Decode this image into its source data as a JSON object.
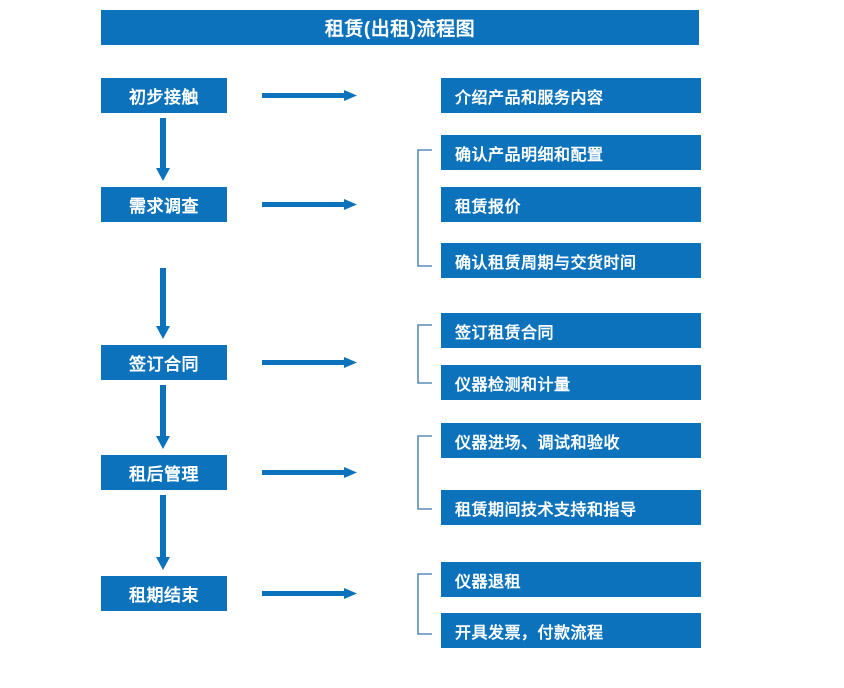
{
  "diagram": {
    "title": "租赁(出租)流程图",
    "accent_color": "#0c72bc",
    "bracket_color": "#5b8bb5",
    "background_color": "#ffffff",
    "text_color": "#ffffff",
    "stages": [
      {
        "label": "初步接触"
      },
      {
        "label": "需求调查"
      },
      {
        "label": "签订合同"
      },
      {
        "label": "租后管理"
      },
      {
        "label": "租期结束"
      }
    ],
    "details": [
      {
        "label": "介绍产品和服务内容"
      },
      {
        "label": "确认产品明细和配置"
      },
      {
        "label": "租赁报价"
      },
      {
        "label": "确认租赁周期与交货时间"
      },
      {
        "label": "签订租赁合同"
      },
      {
        "label": "仪器检测和计量"
      },
      {
        "label": "仪器进场、调试和验收"
      },
      {
        "label": "租赁期间技术支持和指导"
      },
      {
        "label": "仪器退租"
      },
      {
        "label": "开具发票，付款流程"
      }
    ],
    "icons": {
      "arrow_right": "arrow-right-icon",
      "arrow_down": "arrow-down-icon",
      "bracket": "bracket-icon"
    }
  }
}
